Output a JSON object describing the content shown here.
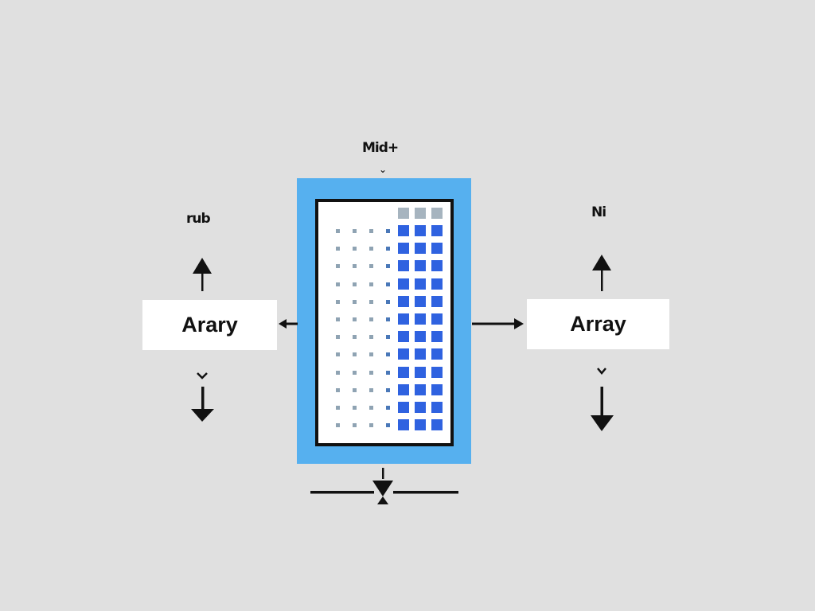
{
  "top_label": "Mid+",
  "left_label": "rub",
  "right_label": "Ni",
  "left_box": {
    "text": "Arary"
  },
  "right_box": {
    "text": "Array"
  },
  "grid": {
    "rows": 12,
    "dot_columns": 4,
    "block_columns": 3
  },
  "colors": {
    "background": "#e0e0e0",
    "frame": "#56b0ef",
    "block": "#2f62e0",
    "header_block": "#a6b4bf",
    "dot": "#8fa3b3"
  }
}
